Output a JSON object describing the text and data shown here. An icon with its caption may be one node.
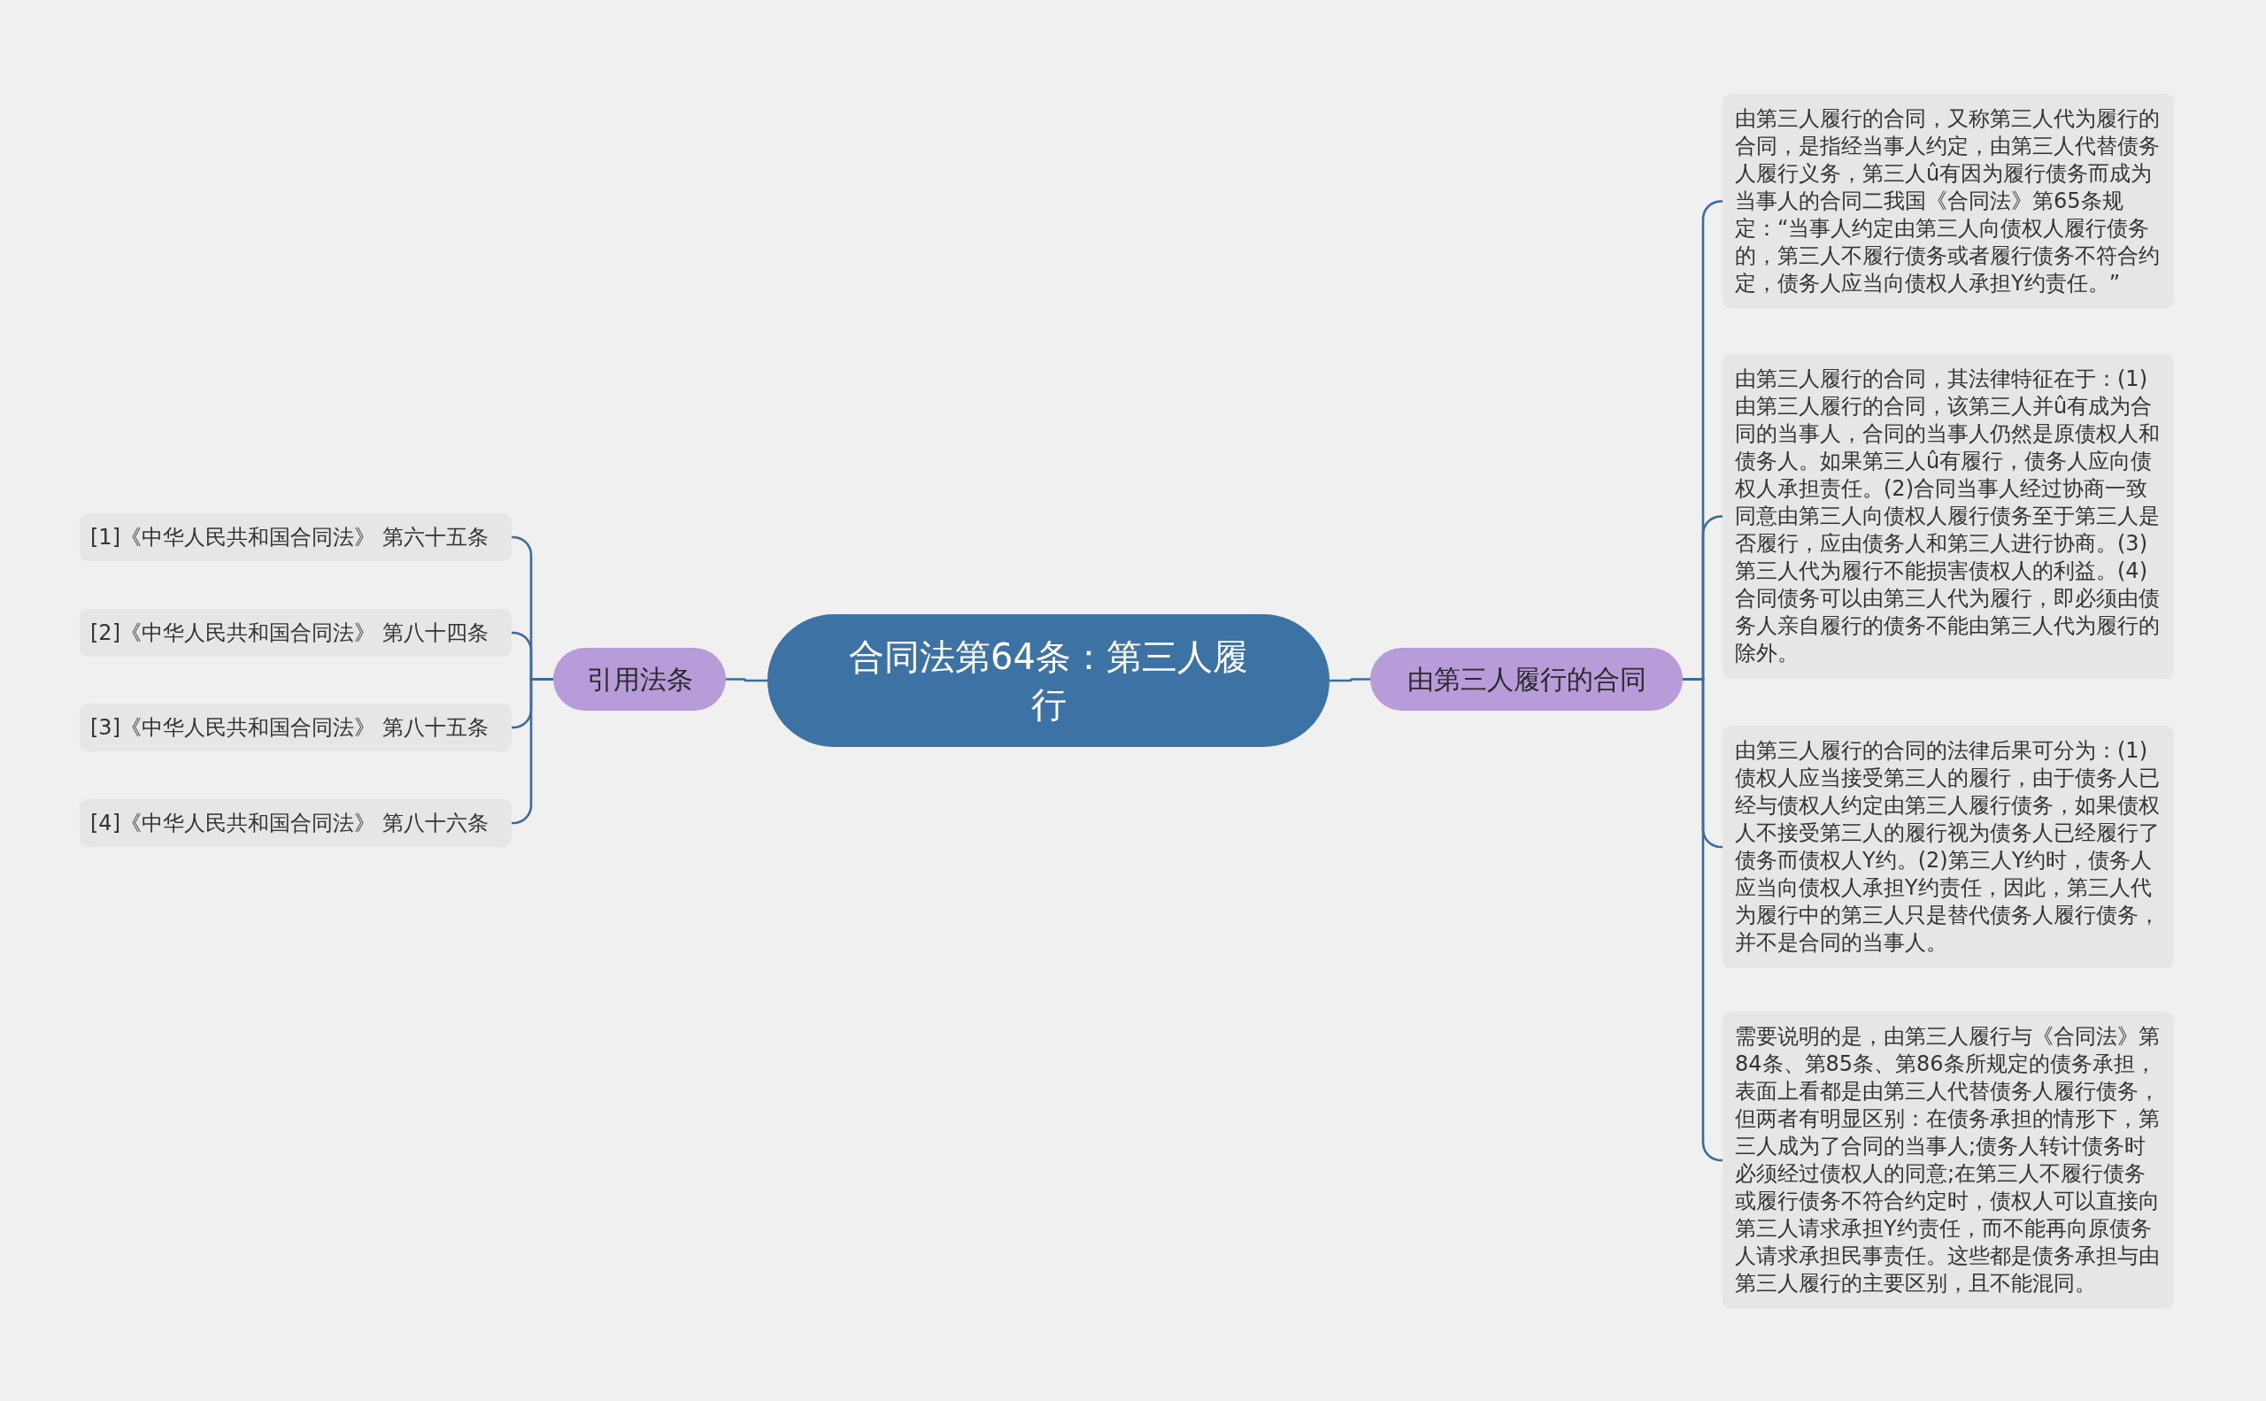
{
  "diagram": {
    "nodes": [
      {
        "text": [
          "合同法第64条：第三人履行"
        ]
      },
      {
        "text": [
          "引用法条"
        ]
      },
      {
        "text": [
          "[1]《中华人民共和国合同法》 第六十五条"
        ]
      },
      {
        "text": [
          "[2]《中华人民共和国合同法》 第八十四条"
        ]
      },
      {
        "text": [
          "[3]《中华人民共和国合同法》 第八十五条"
        ]
      },
      {
        "text": [
          "[4]《中华人民共和国合同法》 第八十六条"
        ]
      },
      {
        "text": [
          "由第三人履行的合同"
        ]
      },
      {
        "text": [
          "由第三人履行的合同，又称第三人代为履行的合同，是指经当事人约定，由第三人代替债务人履行义务，第三人û有因为履行债务而成为当事人的合同二我国《合同法》第65条规定：“当事人约定由第三人向债权人履行债务的，第三人不履行债务或者履行债务不符合约定，债务人应当向债权人承担Y约责任。”"
        ]
      },
      {
        "text": [
          "由第三人履行的合同，其法律特征在于：(1)由第三人履行的合同，该第三人并û有成为合同的当事人，合同的当事人仍然是原债权人和债务人。如果第三人û有履行，债务人应向债权人承担责任。(2)合同当事人经过协商一致同意由第三人向债权人履行债务至于第三人是否履行，应由债务人和第三人进行协商。(3)第三人代为履行不能损害债权人的利益。(4)合同债务可以由第三人代为履行，即必须由债务人亲自履行的债务不能由第三人代为履行的除外。"
        ]
      },
      {
        "text": [
          "由第三人履行的合同的法律后果可分为：(1)债权人应当接受第三人的履行，由于债务人已经与债权人约定由第三人履行债务，如果债权人不接受第三人的履行视为债务人已经履行了债务而债权人Y约。(2)第三人Y约时，债务人应当向债权人承担Y约责任，因此，第三人代为履行中的第三人只是替代债务人履行债务，并不是合同的当事人。"
        ]
      },
      {
        "text": [
          "需要说明的是，由第三人履行与《合同法》第84条、第85条、第86条所规定的债务承担，表面上看都是由第三人代替债务人履行债务，但两者有明显区别：在债务承担的情形下，第三人成为了合同的当事人;债务人转计债务时必须经过债权人的同意;在第三人不履行债务或履行债务不符合约定时，债权人可以直接向第三人请求承担Y约责任，而不能再向原债务人请求承担民事责任。这些都是债务承担与由第三人履行的主要区别，且不能混同。"
        ]
      }
    ],
    "edges": [
      {
        "from": 0,
        "to": 1,
        "arrow": "none"
      },
      {
        "from": 1,
        "to": 2,
        "arrow": "none"
      },
      {
        "from": 1,
        "to": 3,
        "arrow": "none"
      },
      {
        "from": 1,
        "to": 4,
        "arrow": "none"
      },
      {
        "from": 1,
        "to": 5,
        "arrow": "none"
      },
      {
        "from": 0,
        "to": 6,
        "arrow": "none"
      },
      {
        "from": 6,
        "to": 7,
        "arrow": "none"
      },
      {
        "from": 6,
        "to": 8,
        "arrow": "none"
      },
      {
        "from": 6,
        "to": 9,
        "arrow": "none"
      },
      {
        "from": 6,
        "to": 10,
        "arrow": "none"
      }
    ]
  }
}
